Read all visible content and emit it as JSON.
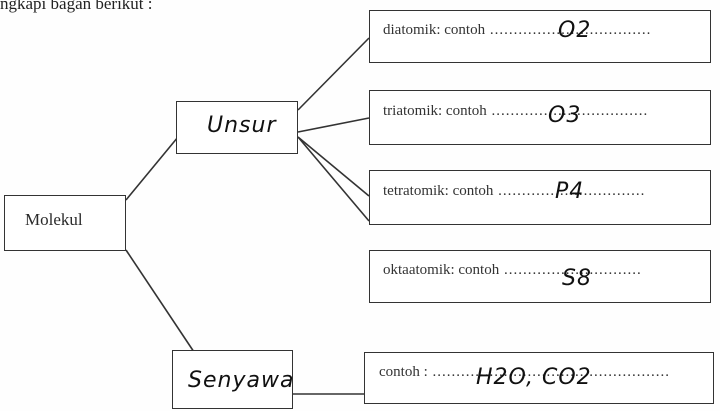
{
  "instruction": "ngkapi bagan berikut :",
  "root": {
    "label": "Molekul"
  },
  "unsur": {
    "label": "Unsur",
    "items": [
      {
        "prompt": "diatomik: contoh",
        "answer": "O2"
      },
      {
        "prompt": "triatomik: contoh",
        "answer": "O3"
      },
      {
        "prompt": "tetratomik: contoh",
        "answer": "P4"
      },
      {
        "prompt": "oktaatomik: contoh",
        "answer": "S8"
      }
    ]
  },
  "senyawa": {
    "label": "Senyawa",
    "prompt": "contoh :",
    "answer": "H2O, CO2"
  }
}
